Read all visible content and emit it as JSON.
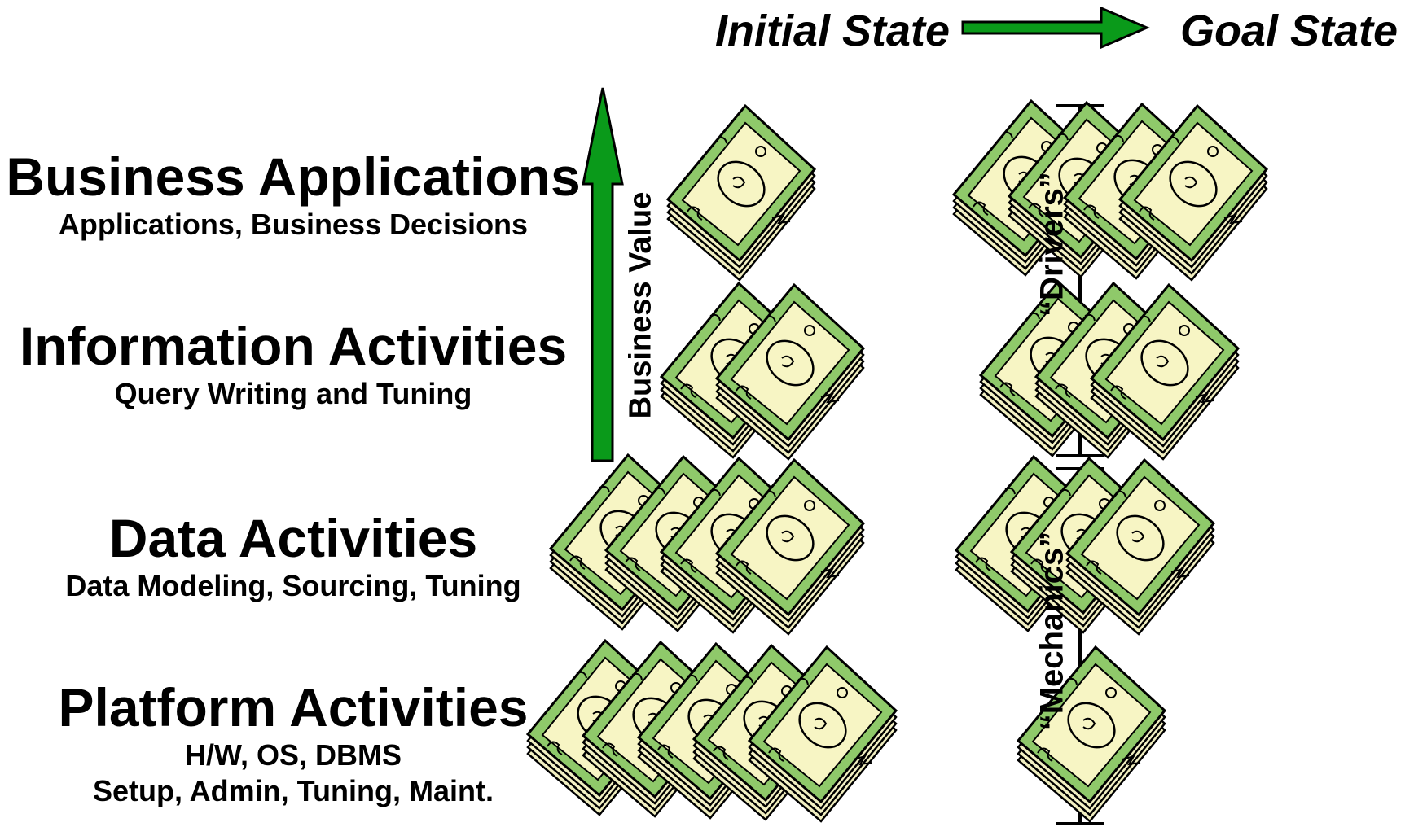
{
  "header": {
    "initial_state": "Initial State",
    "goal_state": "Goal State"
  },
  "layers": [
    {
      "title": "Business Applications",
      "subtitle": [
        "Applications, Business Decisions"
      ],
      "initial_stacks": 1,
      "goal_stacks": 4
    },
    {
      "title": "Information Activities",
      "subtitle": [
        "Query Writing and Tuning"
      ],
      "initial_stacks": 2,
      "goal_stacks": 3
    },
    {
      "title": "Data Activities",
      "subtitle": [
        "Data Modeling, Sourcing, Tuning"
      ],
      "initial_stacks": 4,
      "goal_stacks": 3
    },
    {
      "title": "Platform Activities",
      "subtitle": [
        "H/W, OS, DBMS",
        "Setup, Admin, Tuning, Maint."
      ],
      "initial_stacks": 5,
      "goal_stacks": 1
    }
  ],
  "value_arrow_label": "Business Value",
  "brackets": {
    "drivers": "“Drivers”",
    "mechanics": "“Mechanics”"
  },
  "colors": {
    "arrow_green": "#0a9a1a",
    "bill_green": "#8fc96a",
    "bill_face": "#f7f5c4",
    "bill_edge": "#f0eec0"
  },
  "icons": {
    "money": "money-stack-icon"
  }
}
